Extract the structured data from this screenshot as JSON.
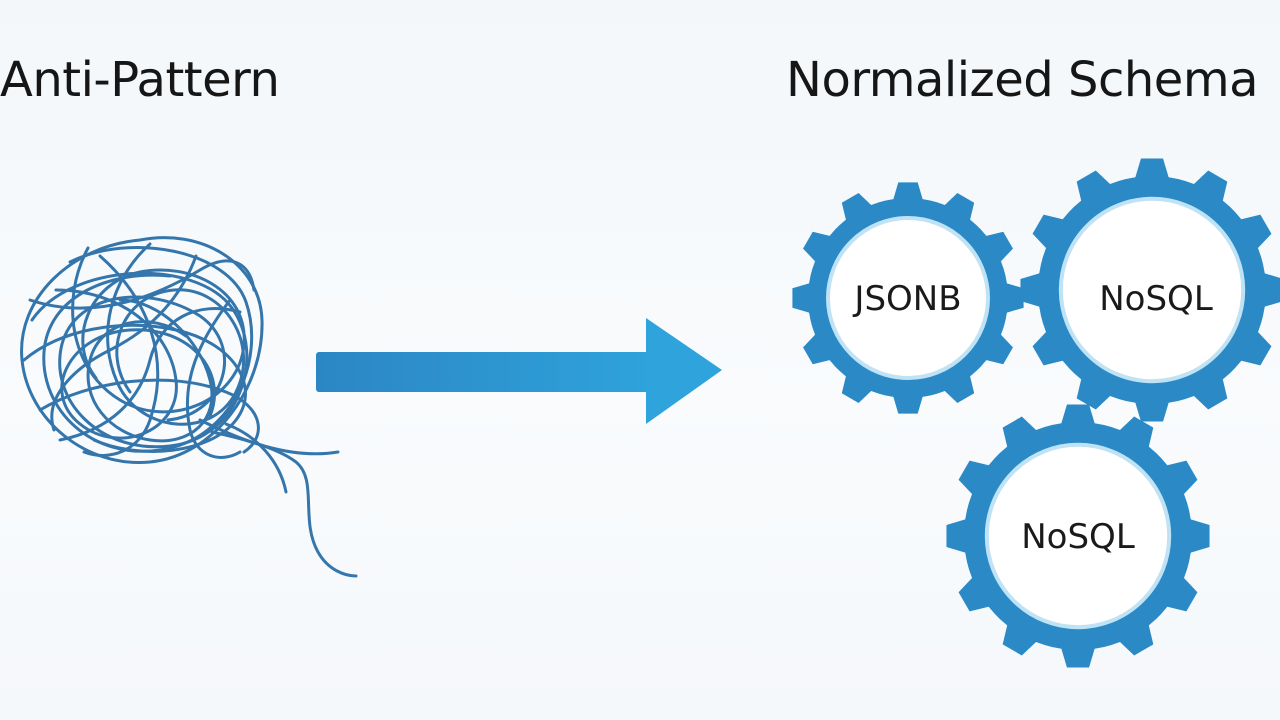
{
  "headings": {
    "left": "Anti-Pattern",
    "right": "Normalized Schema"
  },
  "gears": [
    {
      "label": "JSONB"
    },
    {
      "label": "NoSQL"
    },
    {
      "label": "NoSQL"
    }
  ],
  "colors": {
    "gear_blue": "#2b8ac6",
    "scribble_blue": "#2a6fa8",
    "arrow_start": "#2c86c4",
    "arrow_end": "#2ea3dc",
    "background": "#f7fafc"
  },
  "icons": {
    "left": "tangled-scribble-icon",
    "middle": "right-arrow-icon",
    "right": "gear-icon"
  }
}
